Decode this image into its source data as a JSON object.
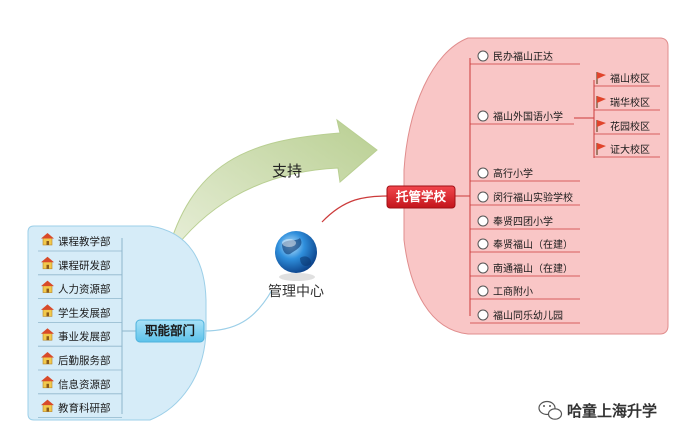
{
  "center": {
    "label": "管理中心"
  },
  "support_label": "支持",
  "departments": {
    "hub_label": "职能部门",
    "items": [
      {
        "label": "课程教学部"
      },
      {
        "label": "课程研发部"
      },
      {
        "label": "人力资源部"
      },
      {
        "label": "学生发展部"
      },
      {
        "label": "事业发展部"
      },
      {
        "label": "后勤服务部"
      },
      {
        "label": "信息资源部"
      },
      {
        "label": "教育科研部"
      }
    ]
  },
  "schools": {
    "hub_label": "托管学校",
    "items": [
      {
        "label": "民办福山正达"
      },
      {
        "label": "福山外国语小学",
        "campuses": [
          {
            "label": "福山校区"
          },
          {
            "label": "瑞华校区"
          },
          {
            "label": "花园校区"
          },
          {
            "label": "证大校区"
          }
        ]
      },
      {
        "label": "高行小学"
      },
      {
        "label": "闵行福山实验学校"
      },
      {
        "label": "奉贤四团小学"
      },
      {
        "label": "奉贤福山（在建）"
      },
      {
        "label": "南通福山（在建）"
      },
      {
        "label": "工商附小"
      },
      {
        "label": "福山同乐幼儿园"
      }
    ]
  },
  "watermark": {
    "text": "哈童上海升学"
  },
  "colors": {
    "dept_panel": "#d6ecf8",
    "dept_hub": "#7dcff0",
    "school_panel": "#f9c6c6",
    "school_hub": "#e31c23",
    "connector": "#cc3b3b",
    "arrow": "#c8d8a8",
    "flag": "#e0442b"
  },
  "icons": {
    "department_item": "house-icon",
    "school_item": "circle-bullet-icon",
    "campus_item": "flag-icon",
    "center": "globe-icon",
    "watermark": "wechat-icon"
  }
}
